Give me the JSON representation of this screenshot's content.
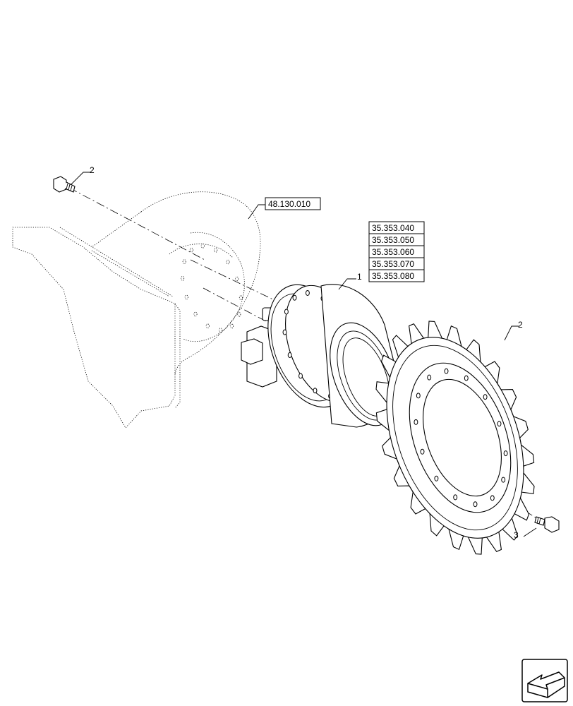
{
  "callouts": [
    {
      "id": "callout-1",
      "label": "1"
    },
    {
      "id": "callout-2-top",
      "label": "2"
    },
    {
      "id": "callout-2-sprocket",
      "label": "2"
    },
    {
      "id": "callout-3",
      "label": "3"
    }
  ],
  "references": {
    "frame": "48.130.010",
    "motor": [
      "35.353.040",
      "35.353.050",
      "35.353.060",
      "35.353.070",
      "35.353.080"
    ]
  },
  "icons": {
    "nav": "exploded-view-arrow-icon"
  }
}
